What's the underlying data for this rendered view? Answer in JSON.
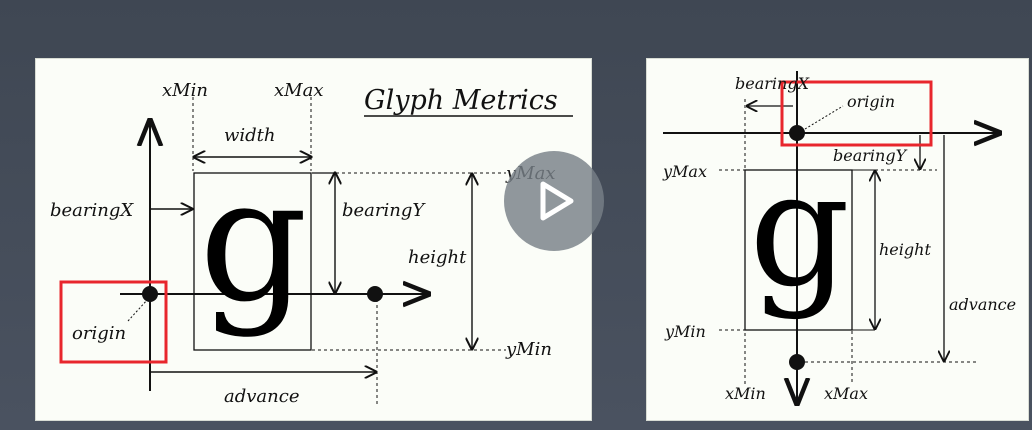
{
  "left": {
    "title": "Glyph Metrics",
    "glyph": "g",
    "labels": {
      "xmin": "xMin",
      "xmax": "xMax",
      "width": "width",
      "bearing_x": "bearingX",
      "bearing_y": "bearingY",
      "ymax": "yMax",
      "height": "height",
      "origin": "origin",
      "ymin": "yMin",
      "advance": "advance"
    }
  },
  "right": {
    "glyph": "g",
    "labels": {
      "bearing_x": "bearingX",
      "origin": "origin",
      "bearing_y": "bearingY",
      "ymax": "yMax",
      "height": "height",
      "advance": "advance",
      "ymin": "yMin",
      "xmin": "xMin",
      "xmax": "xMax"
    }
  },
  "colors": {
    "highlight": "#e8262d",
    "ink": "#111111",
    "background": "#434b57",
    "play_button": "#7d858d"
  },
  "overlay": {
    "icon": "play-icon"
  }
}
